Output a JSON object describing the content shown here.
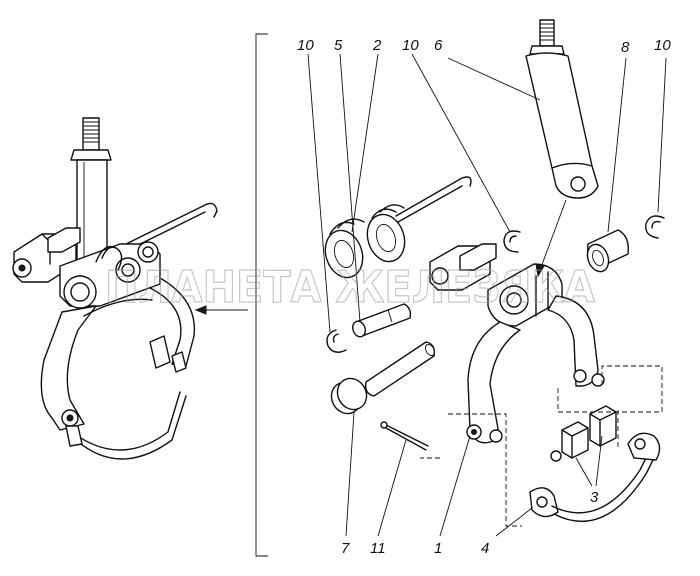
{
  "callouts": [
    {
      "id": "c-10a",
      "text": "10"
    },
    {
      "id": "c-5",
      "text": "5"
    },
    {
      "id": "c-2",
      "text": "2"
    },
    {
      "id": "c-10b",
      "text": "10"
    },
    {
      "id": "c-6",
      "text": "6"
    },
    {
      "id": "c-8",
      "text": "8"
    },
    {
      "id": "c-10c",
      "text": "10"
    },
    {
      "id": "c-7",
      "text": "7"
    },
    {
      "id": "c-11",
      "text": "11"
    },
    {
      "id": "c-1",
      "text": "1"
    },
    {
      "id": "c-4",
      "text": "4"
    },
    {
      "id": "c-3",
      "text": "3"
    }
  ],
  "watermark": "ПЛАНЕТА ЖЕЛЕЗЯКА"
}
